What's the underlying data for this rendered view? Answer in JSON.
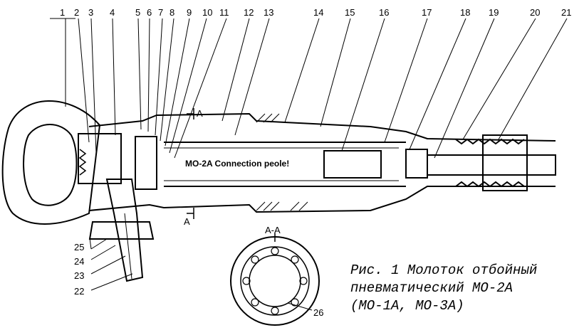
{
  "figure": {
    "caption_line1": "Рис. 1 Молоток отбойный",
    "caption_line2": "пневматический МО-2А",
    "caption_line3": "(МО-1А, МО-3А)",
    "overlay_label": "MO-2A Connection peole!",
    "section_title": "А-А",
    "section_marker_top": "A",
    "section_marker_bottom": "A",
    "part_numbers_top": [
      "1",
      "2",
      "3",
      "4",
      "5",
      "6",
      "7",
      "8",
      "9",
      "10",
      "11",
      "12",
      "13",
      "14",
      "15",
      "16",
      "17",
      "18",
      "19",
      "20",
      "21"
    ],
    "part_numbers_left": [
      "25",
      "24",
      "23",
      "22"
    ],
    "section_part_number": "26"
  }
}
